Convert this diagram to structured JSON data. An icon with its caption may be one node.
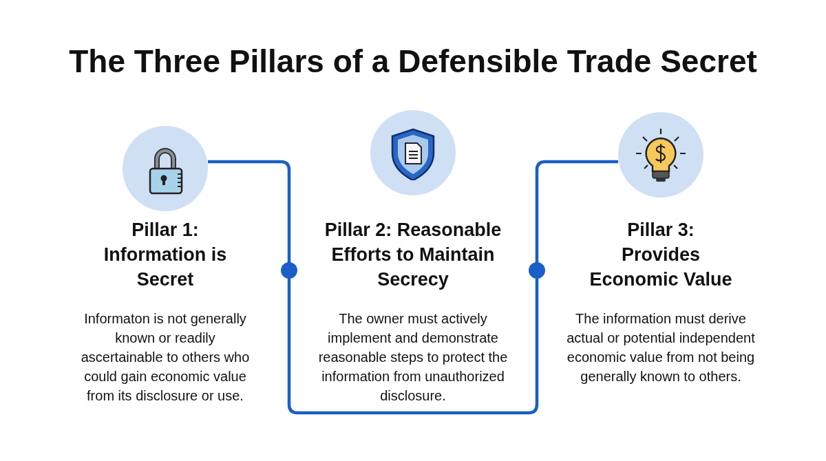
{
  "diagram": {
    "title": "The Three Pillars of a Defensible Trade Secret",
    "nodes": [
      {
        "text": [],
        "shape": "circle",
        "beside": [
          "Pillar 1: Information is Secret",
          "Informaton is not generally known or readily ascertainable to others who could gain economic value from its disclosure or use."
        ]
      },
      {
        "text": [],
        "shape": "circle",
        "beside": [
          "Pillar 2: Reasonable  Efforts to Maintain Secrecy",
          "The owner must actively implement and demonstrate reasonable steps to protect the information from unauthorized disclosure."
        ]
      },
      {
        "text": [],
        "shape": "circle",
        "beside": [
          "Pillar 3: Provides Economic Value",
          "The information must derive actual or potential independent economic value from not being generally known to others."
        ]
      }
    ],
    "edges": [
      {
        "from": 0,
        "to": 2,
        "arrow": "none"
      }
    ]
  }
}
